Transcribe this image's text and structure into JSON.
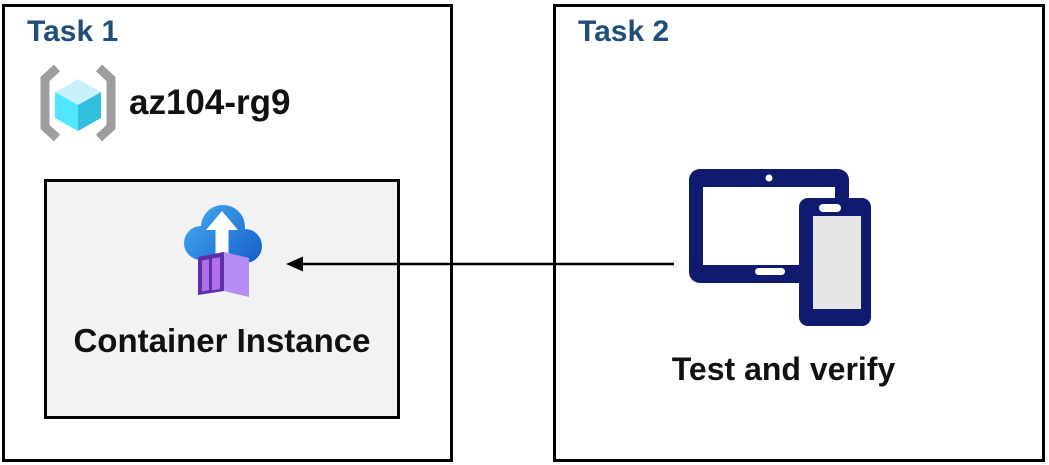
{
  "diagram_title": "",
  "task1": {
    "title": "Task 1",
    "resource_group": {
      "name": "az104-rg9",
      "icon": "resource-group-icon"
    },
    "container": {
      "label": "Container Instance",
      "icon": "container-instance-icon"
    }
  },
  "task2": {
    "title": "Task 2",
    "label": "Test and verify",
    "icon": "devices-icon"
  },
  "arrow": {
    "from": "task2-devices",
    "to": "task1-container-instance",
    "direction": "right-to-left"
  },
  "colors": {
    "heading": "#1F4E79",
    "box_border": "#000000",
    "inner_box_bg": "#F2F2F2",
    "device_navy": "#101A6E",
    "cloud_blue_light": "#41A4EE",
    "cloud_blue_dark": "#1963CC",
    "container_front": "#5E2FA8",
    "container_panel": "#B06FE8",
    "container_side": "#B68CF4",
    "container_top": "#9A5FE3",
    "cube_top": "#C7F2FD",
    "cube_left": "#50E6FF",
    "cube_right": "#32BEDD",
    "bracket_gray": "#9D9D9D",
    "arrow": "#000000"
  }
}
